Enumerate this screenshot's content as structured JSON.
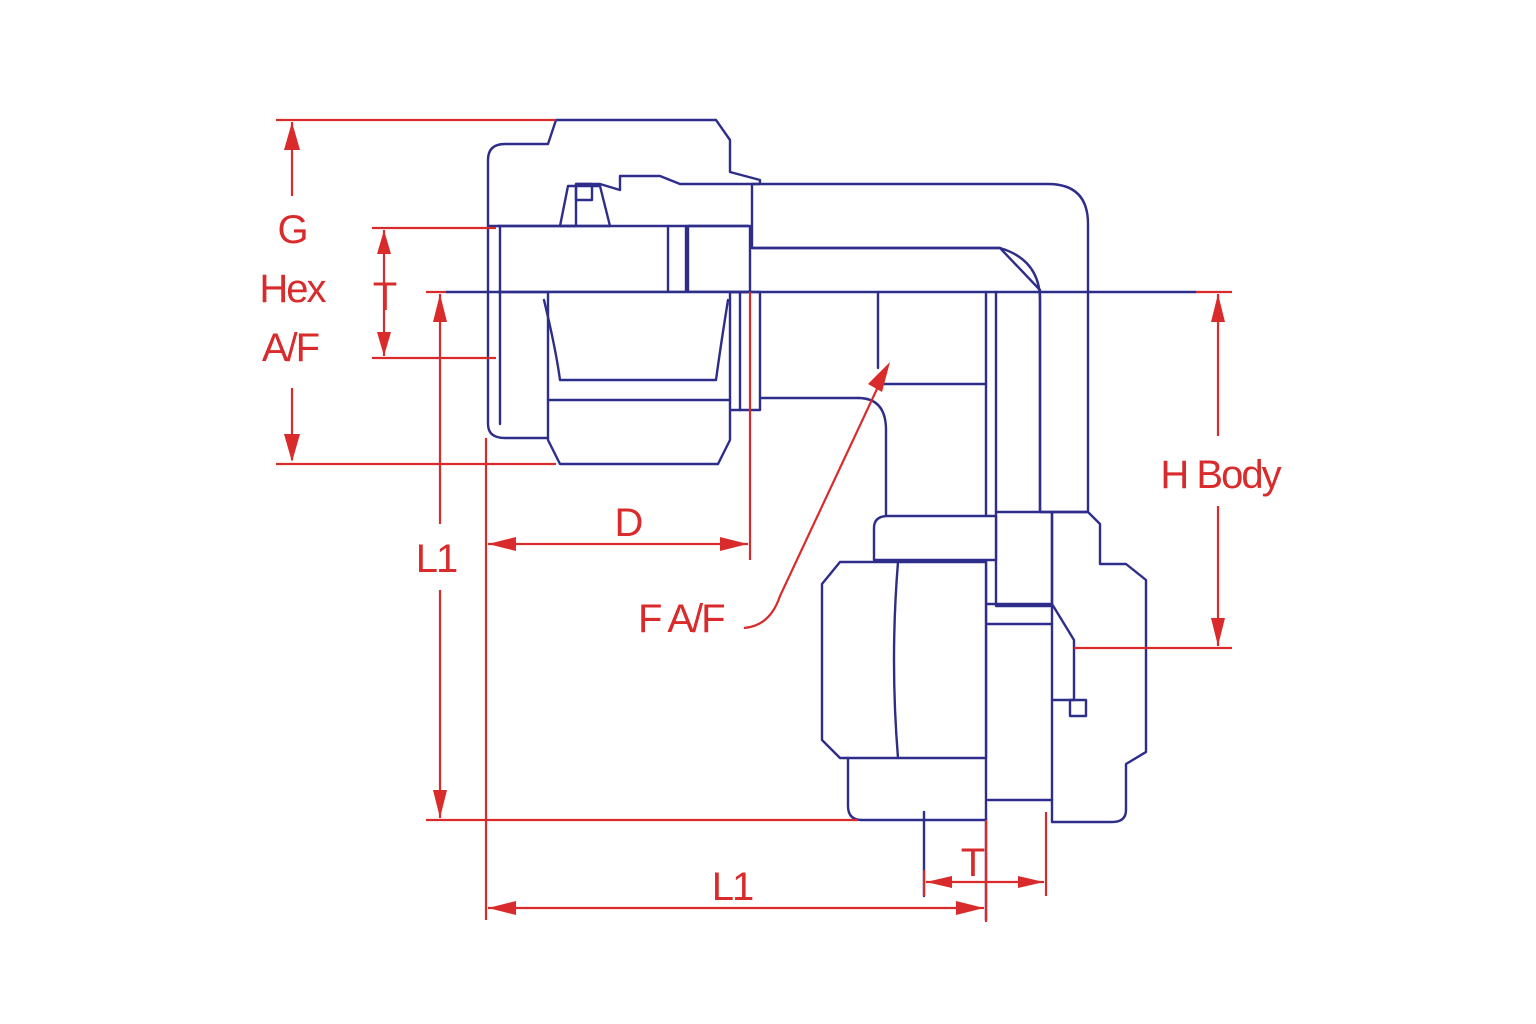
{
  "labels": {
    "g": "G",
    "hex": "Hex",
    "af": "A/F",
    "t_top": "T",
    "l1_left": "L1",
    "d": "D",
    "f_af": "F A/F",
    "h_body": "H Body",
    "l1_bottom": "L1",
    "t_bottom": "T"
  },
  "colors": {
    "part_outline": "#2e2e8a",
    "dimension": "#d92b2b",
    "background": "#ffffff"
  }
}
